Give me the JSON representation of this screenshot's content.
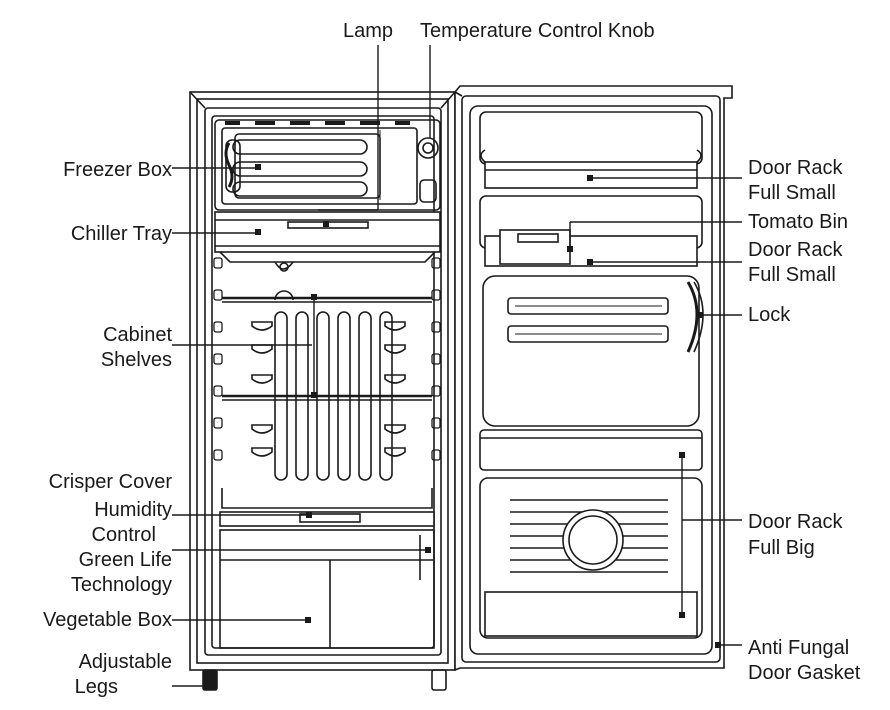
{
  "labels": {
    "lamp": "Lamp",
    "temperature_control_knob": "Temperature Control Knob",
    "freezer_box": "Freezer Box",
    "chiller_tray": "Chiller Tray",
    "cabinet_shelves_1": "Cabinet",
    "cabinet_shelves_2": "Shelves",
    "crisper_cover": "Crisper Cover",
    "humidity_control_1": "Humidity",
    "humidity_control_2": "Control",
    "green_life_1": "Green Life",
    "green_life_2": "Technology",
    "vegetable_box": "Vegetable Box",
    "adjustable_legs_1": "Adjustable",
    "adjustable_legs_2": "Legs",
    "door_rack_full_small_a_1": "Door Rack",
    "door_rack_full_small_a_2": "Full Small",
    "tomato_bin": "Tomato Bin",
    "door_rack_full_small_b_1": "Door Rack",
    "door_rack_full_small_b_2": "Full Small",
    "lock": "Lock",
    "door_rack_full_big_1": "Door Rack",
    "door_rack_full_big_2": "Full Big",
    "anti_fungal_1": "Anti Fungal",
    "anti_fungal_2": "Door Gasket"
  },
  "colors": {
    "line": "#1a1a1a",
    "fill": "#ffffff",
    "shade": "#e6e6e6"
  }
}
